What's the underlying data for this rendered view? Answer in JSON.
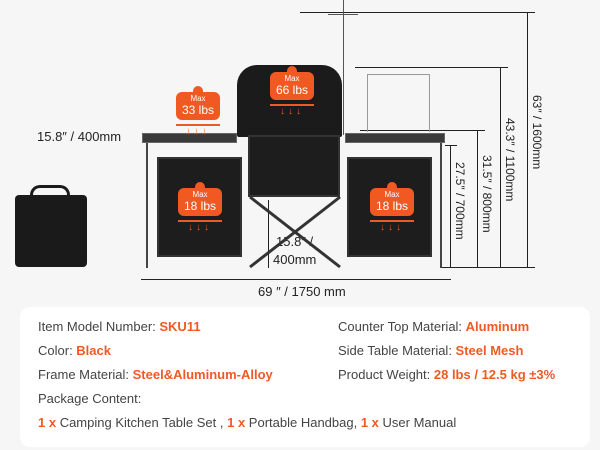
{
  "dimensions": {
    "depth": "15.8″ / 400mm",
    "width": "69 ″ / 1750 mm",
    "shelf_clearance_line1": "15.8″ /",
    "shelf_clearance_line2": "400mm",
    "h_table": "27.5″ / 700mm",
    "h_shelf": "31.5″ / 800mm",
    "h_windscreen": "43.3″ / 1100mm",
    "h_total": "63″ / 1600mm"
  },
  "load_badges": [
    {
      "label": "Max",
      "value": "33 lbs"
    },
    {
      "label": "Max",
      "value": "66 lbs"
    },
    {
      "label": "Max",
      "value": "18 lbs"
    },
    {
      "label": "Max",
      "value": "18 lbs"
    }
  ],
  "specs": {
    "model_label": "Item Model Number: ",
    "model_value": "SKU11",
    "color_label": "Color: ",
    "color_value": "Black",
    "frame_label": "Frame Material: ",
    "frame_value": "Steel&Aluminum-Alloy",
    "counter_label": "Counter Top Material: ",
    "counter_value": "Aluminum",
    "side_label": "Side Table Material: ",
    "side_value": "Steel Mesh",
    "weight_label": "Product Weight: ",
    "weight_value": "28 lbs / 12.5 kg ±3%",
    "package_label": "Package Content:",
    "pkg_qty1": "1 x",
    "pkg_item1": " Camping Kitchen Table Set , ",
    "pkg_qty2": "1 x",
    "pkg_item2": " Portable Handbag, ",
    "pkg_qty3": "1 x",
    "pkg_item3": " User Manual"
  },
  "colors": {
    "accent": "#f05a22"
  }
}
